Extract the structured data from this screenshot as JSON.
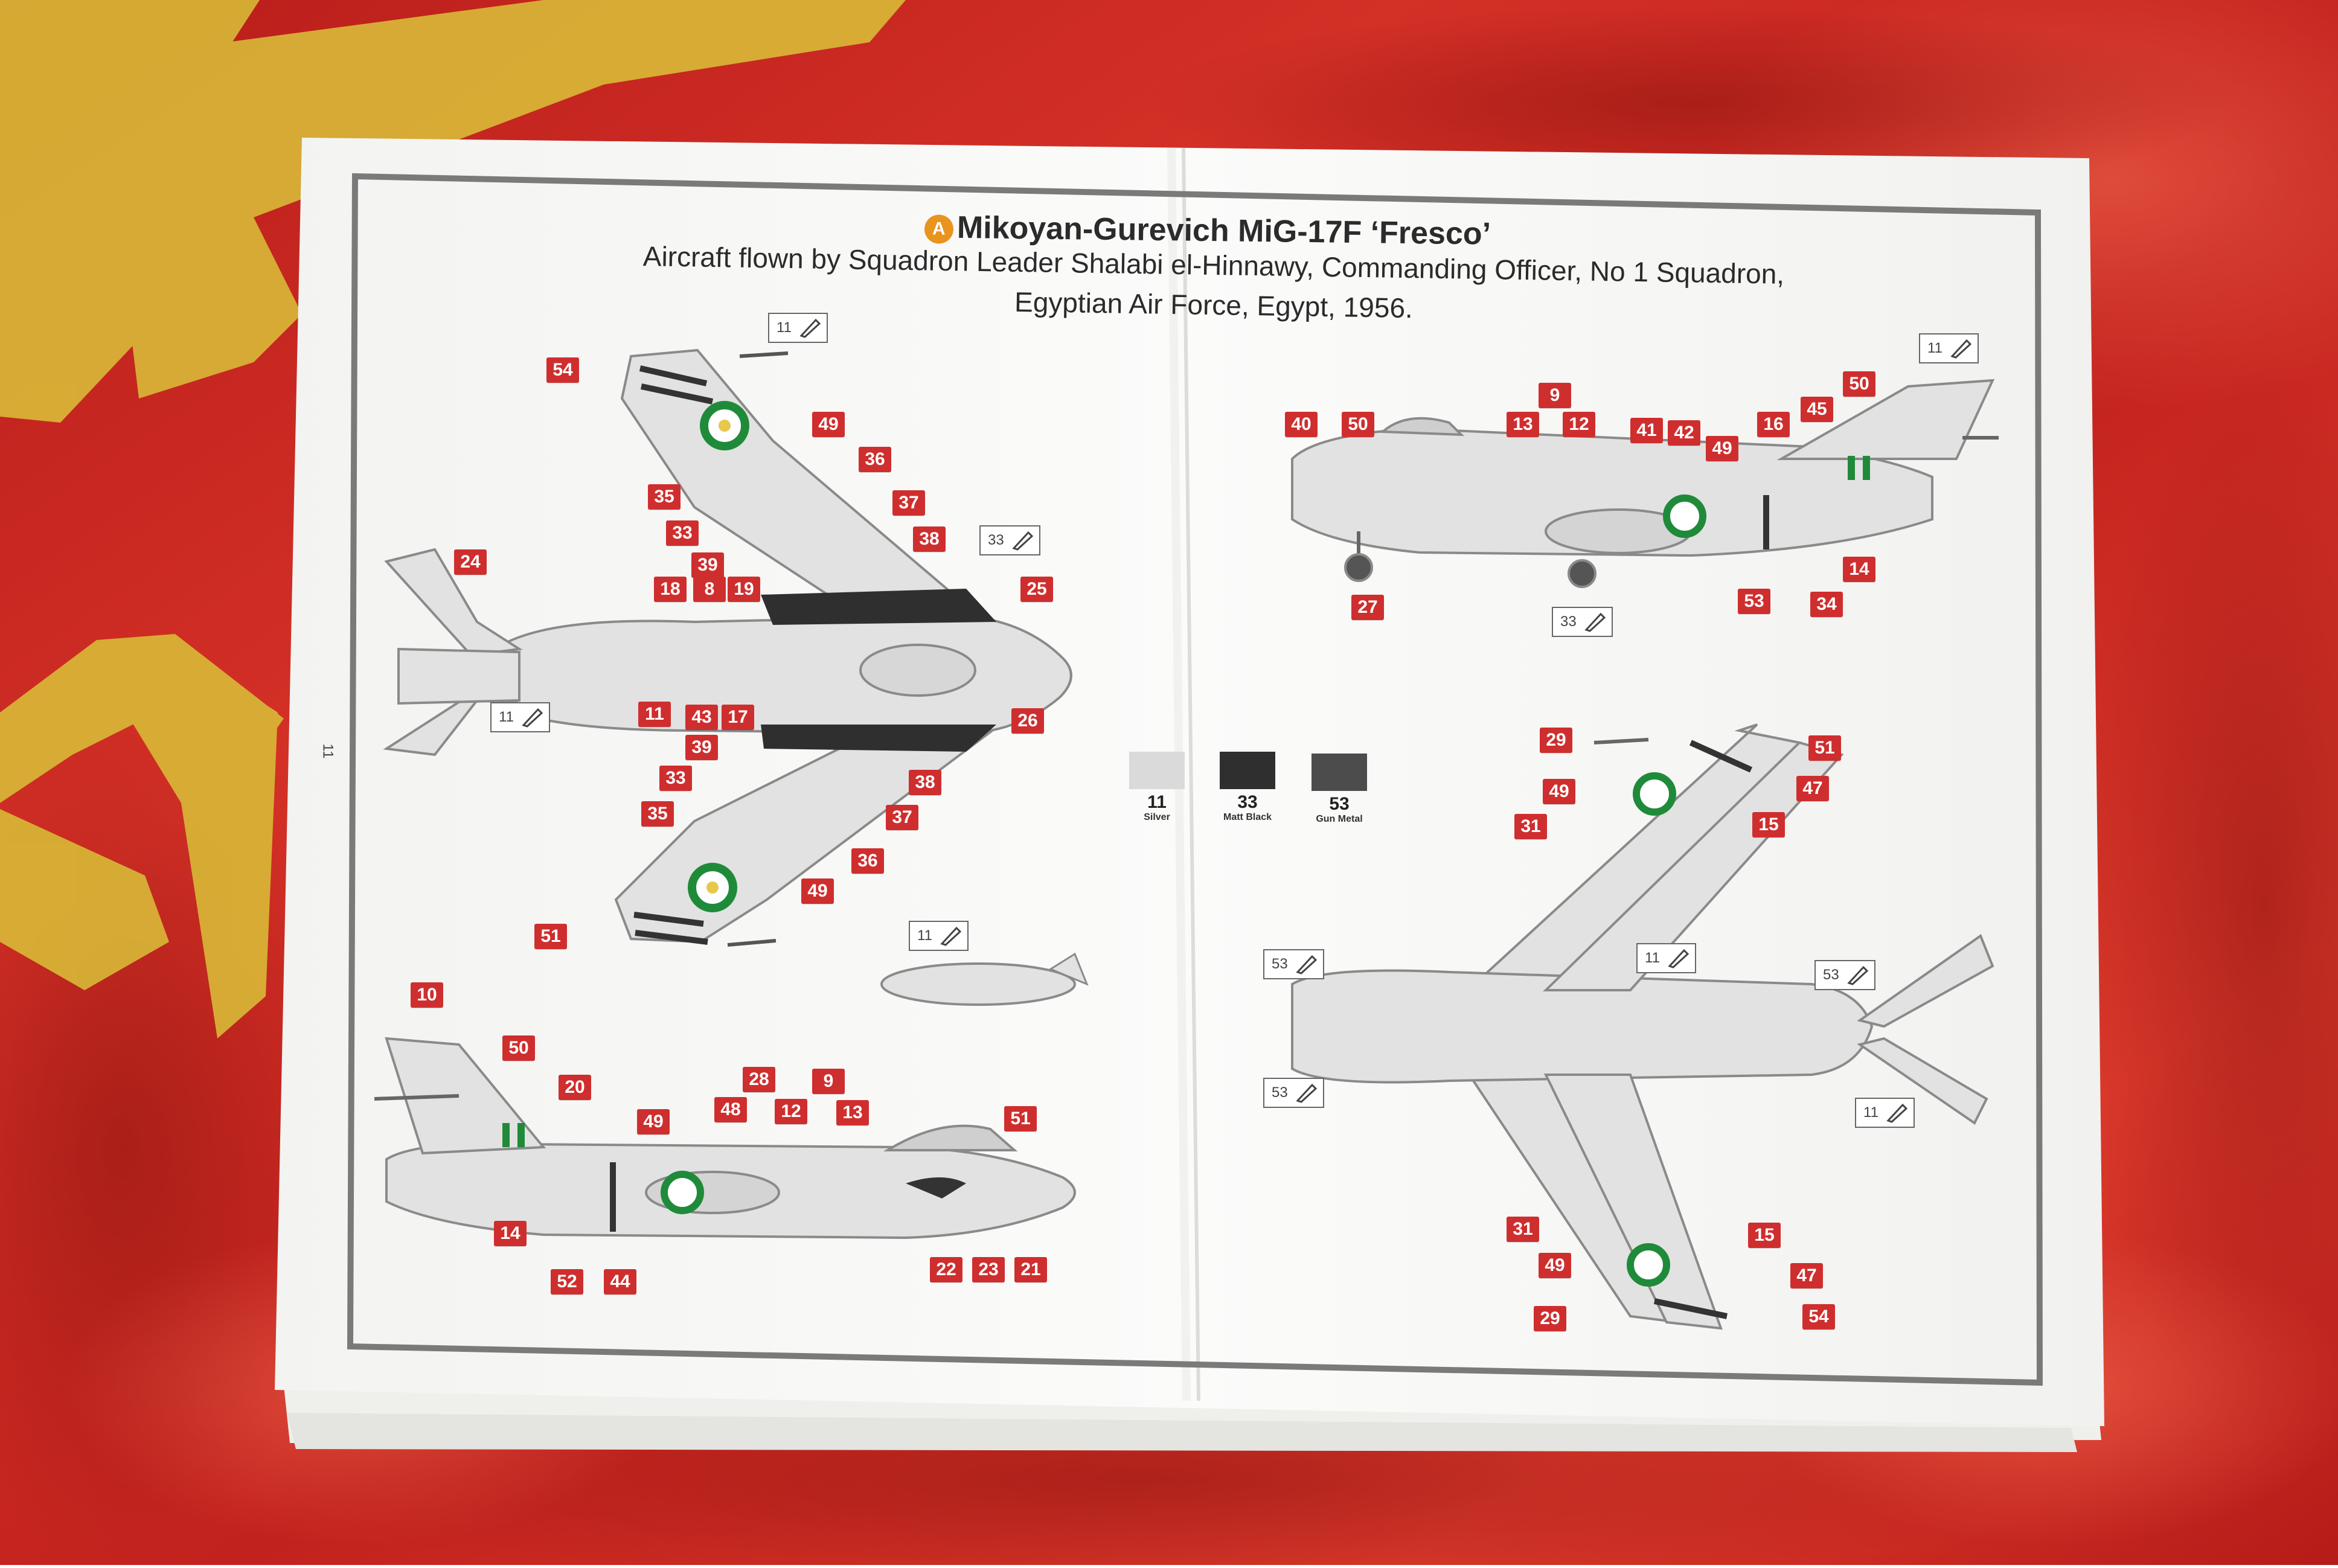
{
  "header": {
    "badge": "A",
    "title": "Mikoyan-Gurevich MiG-17F ‘Fresco’",
    "subtitle_line1": "Aircraft flown by Squadron Leader Shalabi el-Hinnawy, Commanding Officer, No 1 Squadron,",
    "subtitle_line2": "Egyptian Air Force, Egypt, 1956."
  },
  "page_number": "11",
  "paints": [
    {
      "number": "11",
      "name": "Silver",
      "color": "#dadada"
    },
    {
      "number": "33",
      "name": "Matt Black",
      "color": "#2f2f2f"
    },
    {
      "number": "53",
      "name": "Gun Metal",
      "color": "#4c4c4c"
    }
  ],
  "paint_callouts": [
    "11",
    "33",
    "11",
    "11",
    "33",
    "11",
    "53",
    "53",
    "53",
    "11",
    "11"
  ],
  "decal_numbers": {
    "top_view": [
      "54",
      "49",
      "36",
      "35",
      "37",
      "33",
      "38",
      "24",
      "39",
      "18",
      "8",
      "19",
      "25",
      "11",
      "43",
      "17",
      "26",
      "39",
      "33",
      "38",
      "35",
      "37",
      "36",
      "49",
      "51"
    ],
    "right_side_view": [
      "40",
      "50",
      "9",
      "13",
      "12",
      "41",
      "42",
      "49",
      "16",
      "45",
      "50",
      "27",
      "53",
      "34",
      "14"
    ],
    "left_side_view": [
      "10",
      "50",
      "20",
      "28",
      "9",
      "49",
      "48",
      "12",
      "13",
      "51",
      "14",
      "52",
      "44",
      "22",
      "23",
      "21"
    ],
    "underside_view": [
      "29",
      "51",
      "49",
      "47",
      "31",
      "15",
      "31",
      "15",
      "49",
      "47",
      "29",
      "54"
    ]
  },
  "colors": {
    "background_flag": "#c8231f",
    "flag_emblem": "#d8b636",
    "callout_red": "#cf2e2e",
    "roundel_green": "#1f8b3a",
    "aircraft_silver": "#e2e2e2",
    "instruction_sheet": "#f7f7f5"
  }
}
